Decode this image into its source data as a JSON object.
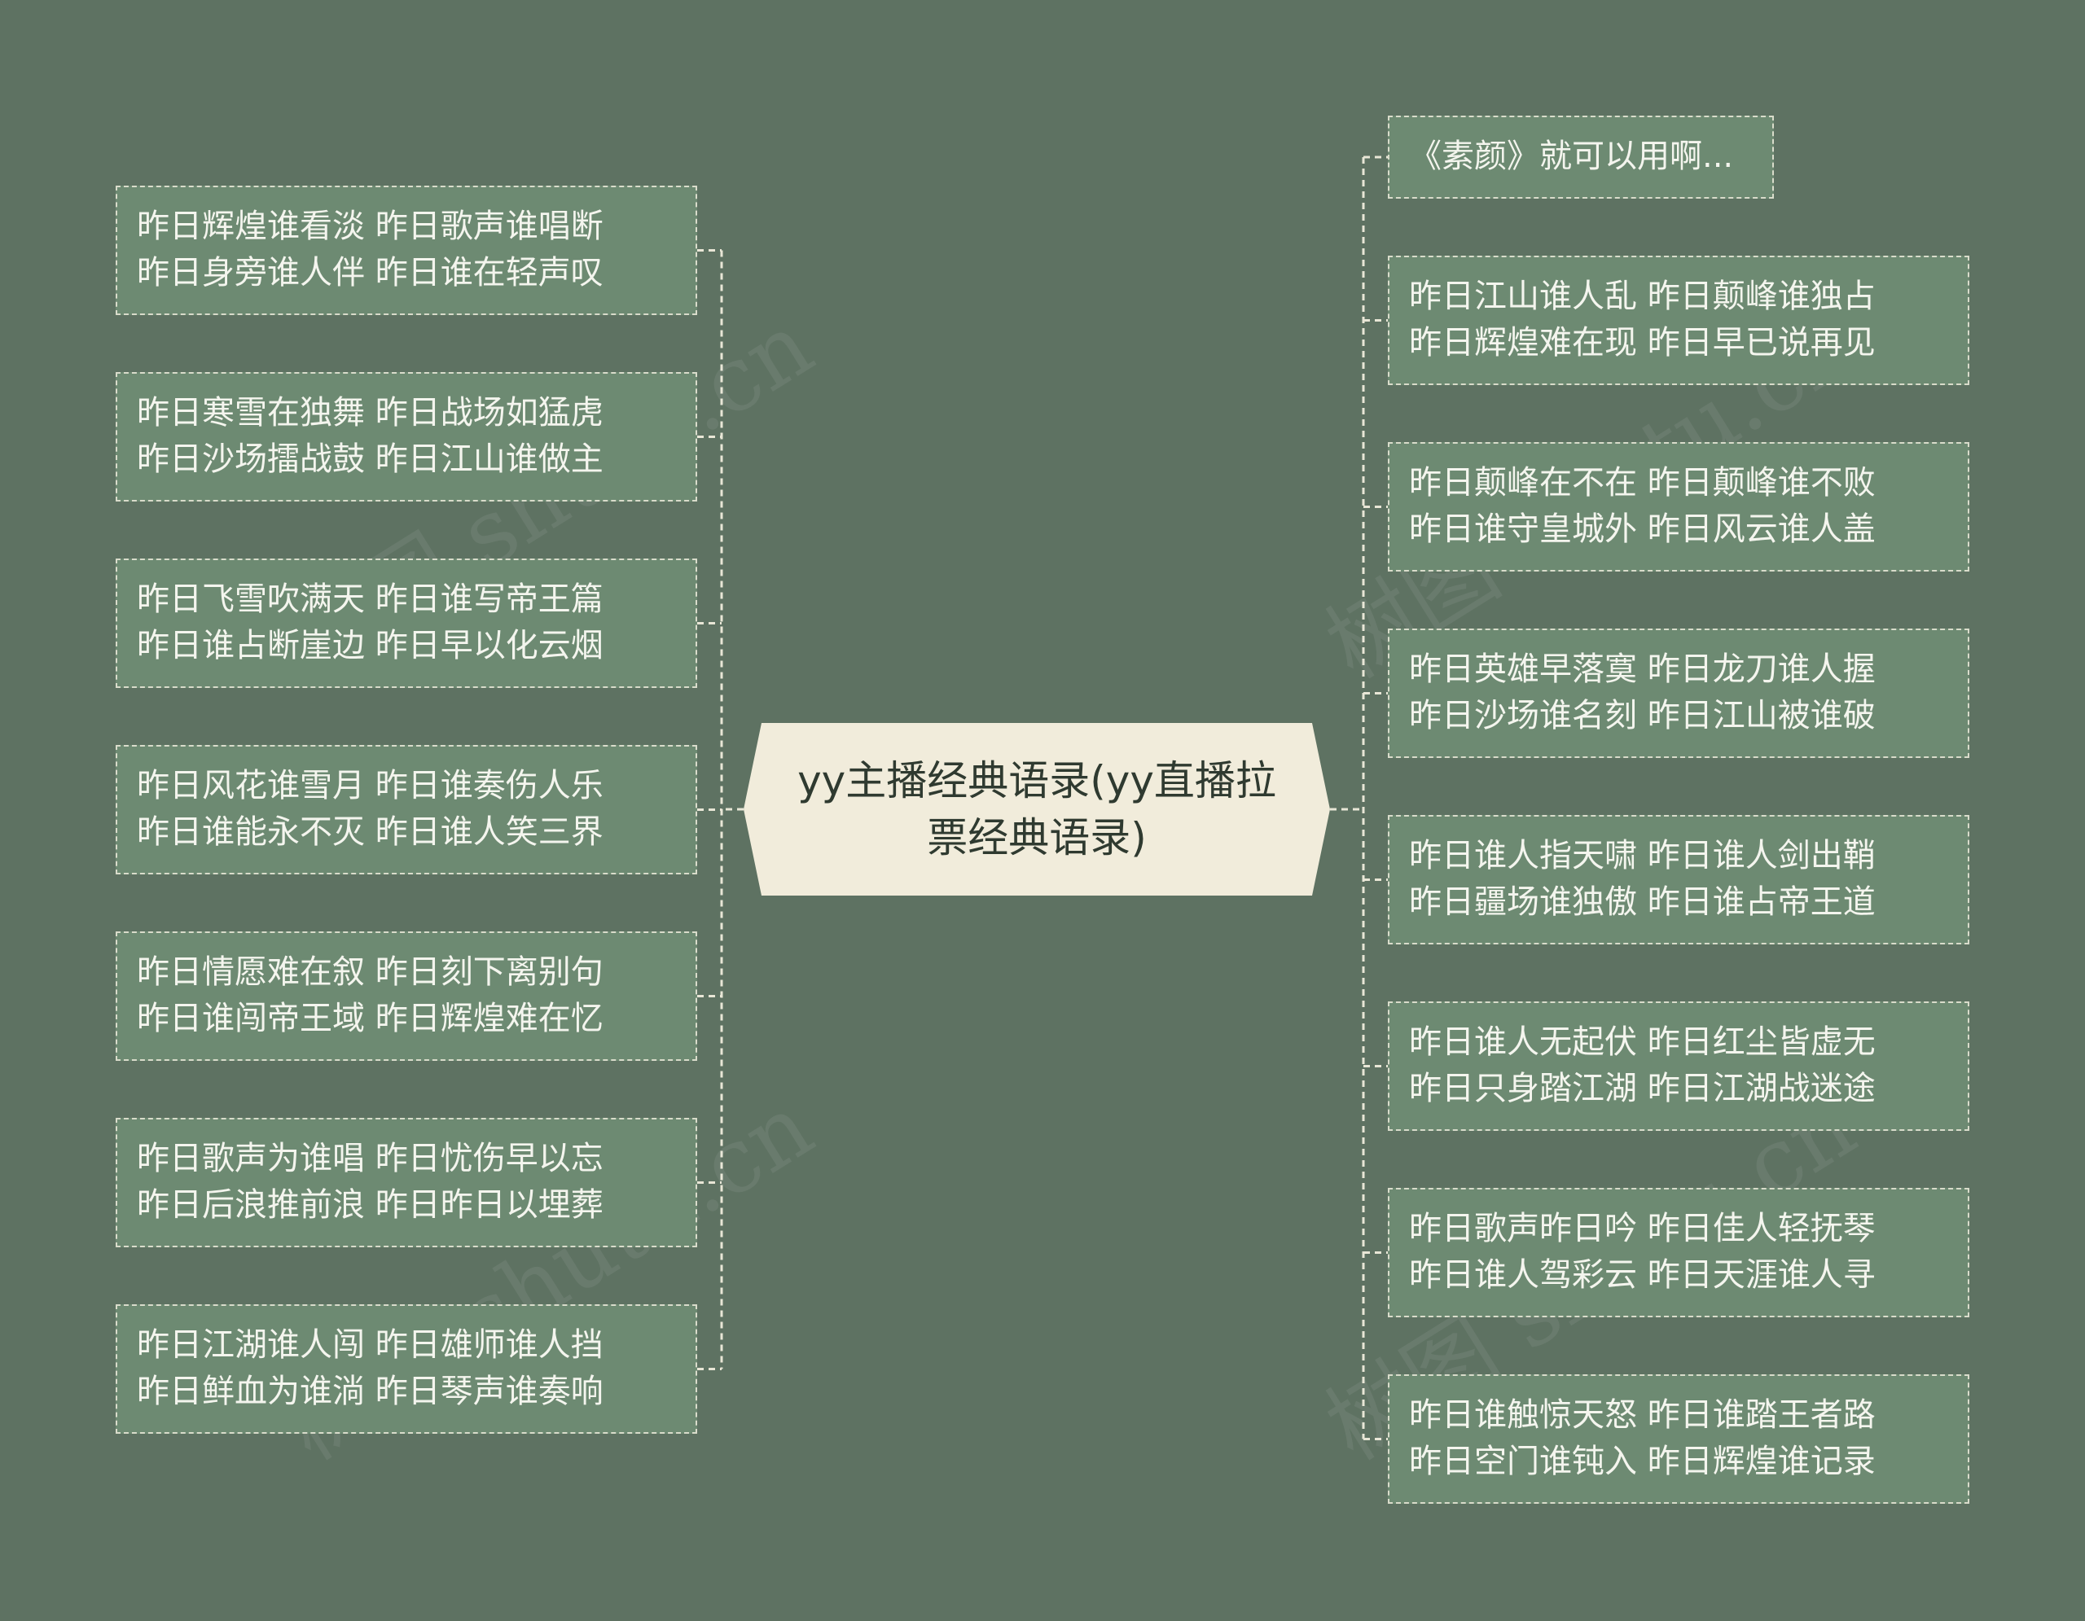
{
  "center": {
    "line1": "yy主播经典语录(yy直播拉",
    "line2": "票经典语录)"
  },
  "left_nodes": [
    {
      "line1": "昨日辉煌谁看淡 昨日歌声谁唱断",
      "line2": "昨日身旁谁人伴 昨日谁在轻声叹"
    },
    {
      "line1": "昨日寒雪在独舞 昨日战场如猛虎",
      "line2": "昨日沙场擂战鼓 昨日江山谁做主"
    },
    {
      "line1": "昨日飞雪吹满天 昨日谁写帝王篇",
      "line2": "昨日谁占断崖边 昨日早以化云烟"
    },
    {
      "line1": "昨日风花谁雪月 昨日谁奏伤人乐",
      "line2": "昨日谁能永不灭 昨日谁人笑三界"
    },
    {
      "line1": "昨日情愿难在叙 昨日刻下离别句",
      "line2": "昨日谁闯帝王域 昨日辉煌难在忆"
    },
    {
      "line1": "昨日歌声为谁唱 昨日忧伤早以忘",
      "line2": "昨日后浪推前浪 昨日昨日以埋葬"
    },
    {
      "line1": "昨日江湖谁人闯 昨日雄师谁人挡",
      "line2": "昨日鲜血为谁淌 昨日琴声谁奏响"
    }
  ],
  "right_nodes": [
    {
      "line1": "《素颜》就可以用啊..."
    },
    {
      "line1": "昨日江山谁人乱 昨日颠峰谁独占",
      "line2": "昨日辉煌难在现 昨日早已说再见"
    },
    {
      "line1": "昨日颠峰在不在 昨日颠峰谁不败",
      "line2": "昨日谁守皇城外 昨日风云谁人盖"
    },
    {
      "line1": "昨日英雄早落寞 昨日龙刀谁人握",
      "line2": "昨日沙场谁名刻 昨日江山被谁破"
    },
    {
      "line1": "昨日谁人指天啸 昨日谁人剑出鞘",
      "line2": "昨日疆场谁独傲 昨日谁占帝王道"
    },
    {
      "line1": "昨日谁人无起伏 昨日红尘皆虚无",
      "line2": "昨日只身踏江湖 昨日江湖战迷途"
    },
    {
      "line1": "昨日歌声昨日吟 昨日佳人轻抚琴",
      "line2": "昨日谁人驾彩云 昨日天涯谁人寻"
    },
    {
      "line1": "昨日谁触惊天怒 昨日谁踏王者路",
      "line2": "昨日空门谁钝入 昨日辉煌谁记录"
    }
  ],
  "colors": {
    "background": "#5e7262",
    "node_fill": "#6d8a72",
    "connector": "#e8e6d6",
    "center_fill": "#f1ecdb"
  },
  "watermark": "树图 shutu.cn"
}
